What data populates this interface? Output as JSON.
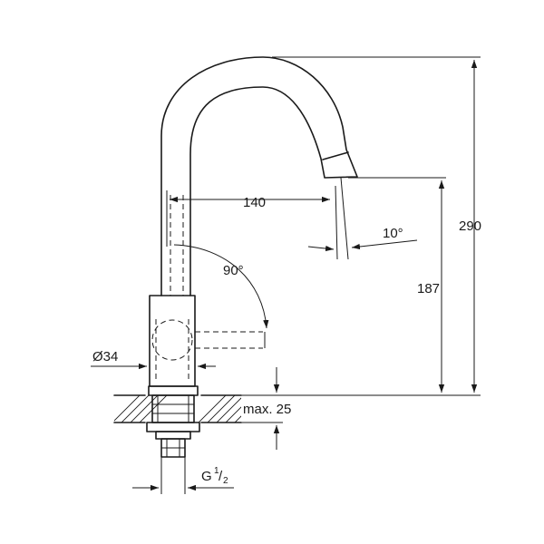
{
  "dimensions": {
    "reach": "140",
    "total_height": "290",
    "spout_height": "187",
    "spout_angle": "10°",
    "lever_rotation": "90°",
    "body_diameter": "Ø34",
    "max_counter_thickness": "max. 25",
    "thread_base": "G",
    "thread_num": "1",
    "thread_den": "2"
  }
}
